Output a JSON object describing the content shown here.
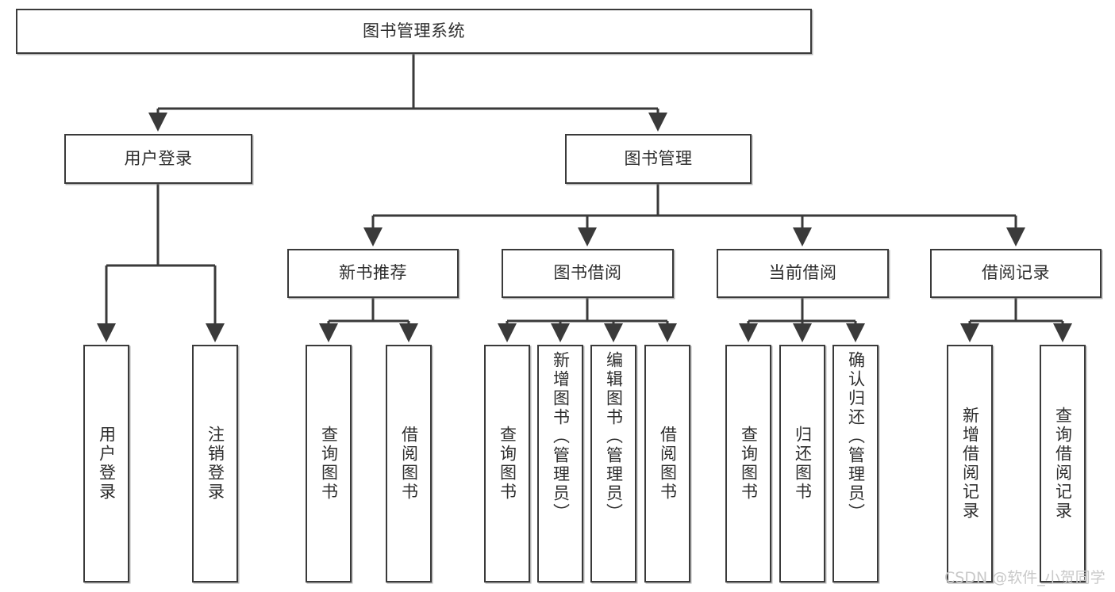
{
  "diagram": {
    "title": "图书管理系统",
    "type": "tree",
    "orientation": "top-down",
    "colors": {
      "box_border": "#3a3a3a",
      "box_fill": "#ffffff",
      "edge": "#3a3a3a",
      "text": "#2e2e2e",
      "watermark": "#c9c9c9",
      "background": "#ffffff"
    },
    "root": {
      "label": "图书管理系统"
    },
    "level1": [
      {
        "label": "用户登录"
      },
      {
        "label": "图书管理"
      }
    ],
    "level2": [
      {
        "label": "新书推荐"
      },
      {
        "label": "图书借阅"
      },
      {
        "label": "当前借阅"
      },
      {
        "label": "借阅记录"
      }
    ],
    "leaves": {
      "user_login": [
        {
          "label": "用户登录"
        },
        {
          "label": "注销登录"
        }
      ],
      "new_book_recommend": [
        {
          "label": "查询图书"
        },
        {
          "label": "借阅图书"
        }
      ],
      "book_borrow": [
        {
          "label": "查询图书"
        },
        {
          "label": "新增图书（管理员）"
        },
        {
          "label": "编辑图书（管理员）"
        },
        {
          "label": "借阅图书"
        }
      ],
      "current_borrow": [
        {
          "label": "查询图书"
        },
        {
          "label": "归还图书"
        },
        {
          "label": "确认归还（管理员）"
        }
      ],
      "borrow_record": [
        {
          "label": "新增借阅记录"
        },
        {
          "label": "查询借阅记录"
        }
      ]
    }
  },
  "watermark": {
    "text": "CSDN @软件_小贺同学"
  }
}
